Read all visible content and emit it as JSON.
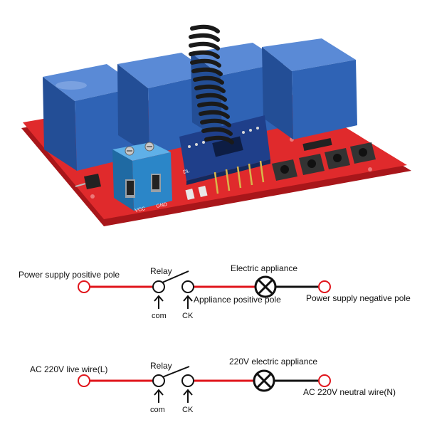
{
  "product": {
    "terminal_labels": [
      "VCC",
      "GND"
    ],
    "module_label": "DL"
  },
  "colors": {
    "board_red": "#e02a2c",
    "relay_blue": "#2f63b5",
    "terminal_blue": "#2b86c8",
    "wire_red": "#e0141b",
    "wire_black": "#111111",
    "antenna_black": "#1a1a1a"
  },
  "diagrams": [
    {
      "source_label": "Power supply positive pole",
      "relay_label": "Relay",
      "com_label": "com",
      "ck_label": "CK",
      "appliance_label": "Electric appliance",
      "appliance_pole_label": "Appliance positive pole",
      "sink_label": "Power supply negative pole"
    },
    {
      "source_label": "AC 220V live wire(L)",
      "relay_label": "Relay",
      "com_label": "com",
      "ck_label": "CK",
      "appliance_label": "220V electric appliance",
      "sink_label": "AC 220V neutral wire(N)"
    }
  ]
}
